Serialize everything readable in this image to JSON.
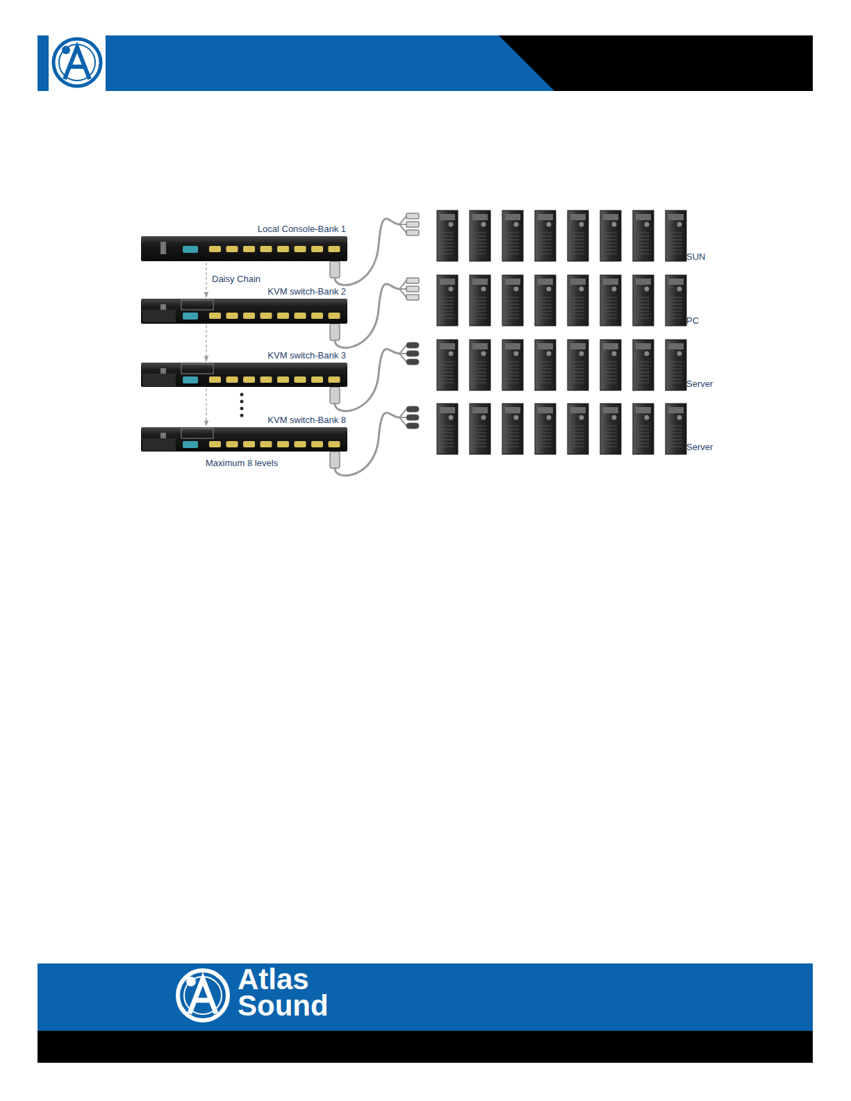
{
  "diagram": {
    "nodes": [
      {
        "text": [
          "Local Console-Bank 1"
        ]
      },
      {
        "text": [
          "KVM switch-Bank 2"
        ]
      },
      {
        "text": [
          "KVM switch-Bank 3"
        ]
      },
      {
        "text": [
          "KVM switch-Bank 8"
        ]
      }
    ],
    "edges": [
      {
        "from": 0,
        "to": 1,
        "arrow": "to",
        "label": "Daisy Chain"
      },
      {
        "from": 1,
        "to": 2,
        "arrow": "to"
      },
      {
        "from": 2,
        "to": 3,
        "arrow": "to"
      }
    ],
    "labels": [
      "Maximum 8 levels",
      "SUN",
      "PC",
      "Server",
      "Server",
      "Atlas",
      "Sound"
    ]
  }
}
